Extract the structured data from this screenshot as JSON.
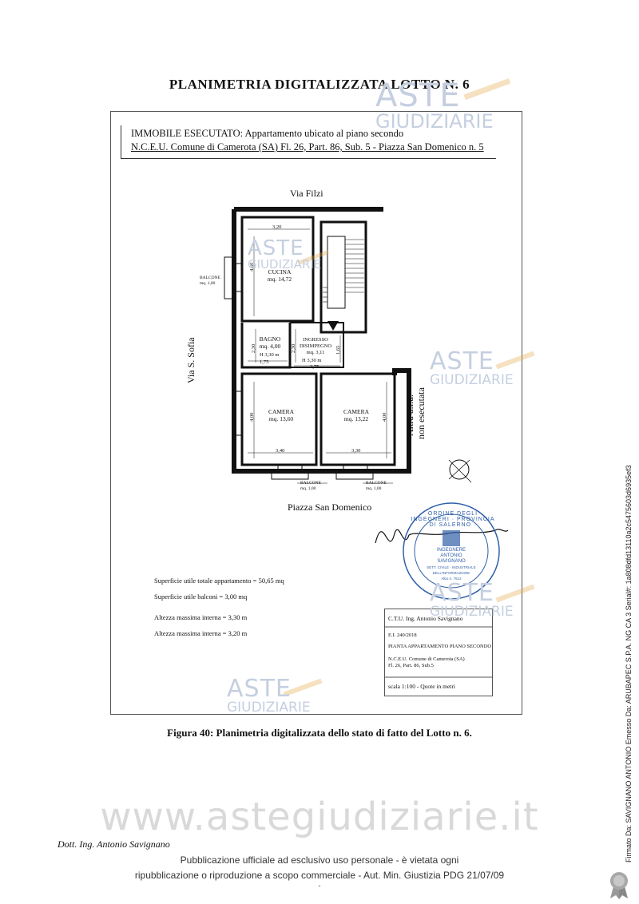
{
  "document": {
    "title": "PLANIMETRIA DIGITALIZZATA LOTTO N. 6",
    "header_line1": "IMMOBILE ESECUTATO: Appartamento ubicato al piano secondo",
    "header_line2": "N.C.E.U. Comune di Camerota (SA) Fl. 26, Part. 86, Sub. 5 - Piazza San Domenico n. 5",
    "caption": "Figura 40: Planimetria digitalizzata dello stato di fatto del Lotto n. 6.",
    "author": "Dott. Ing. Antonio Savignano",
    "publication_line1": "Pubblicazione ufficiale ad esclusivo uso personale - è vietata ogni",
    "publication_line2": "ripubblicazione o riproduzione a scopo commerciale - Aut. Min. Giustizia PDG 21/07/09",
    "page_mark": "-",
    "signature_side": "Firmato Da: SAVIGNANO ANTONIO Emesso Da: ARUBAPEC S.P.A. NG CA 3 Serial#: 1a808dfd13110a2c5475603d6935ef3"
  },
  "plan": {
    "streets": {
      "top": "Via Filzi",
      "left": "Via S. Sofia",
      "bottom": "Piazza San Domenico",
      "right_line1": "Altra u.i.u.",
      "right_line2": "non esecutata"
    },
    "rooms": {
      "cucina_name": "CUCINA",
      "cucina_area": "mq. 14,72",
      "bagno_name": "BAGNO",
      "bagno_area": "mq. 4,00",
      "bagno_height": "H 3,30 m",
      "ingresso_name1": "INGRESSO",
      "ingresso_name2": "DISIMPEGNO",
      "ingresso_area": "mq. 3,11",
      "ingresso_height": "H 3,30 m",
      "camera1_name": "CAMERA",
      "camera1_area": "mq. 13,60",
      "camera2_name": "CAMERA",
      "camera2_area": "mq. 13,22",
      "balcone_left_name": "BALCONE",
      "balcone_left_area": "mq. 1,00",
      "balcone_b1_name": "BALCONE",
      "balcone_b1_area": "mq. 1,00",
      "balcone_b2_name": "BALCONE",
      "balcone_b2_area": "mq. 1,00"
    },
    "dims": {
      "cucina_w": "3,20",
      "cucina_h": "4,60",
      "bagno_h": "2,30",
      "bagno_w": "1,75",
      "ingresso_h": "2,30",
      "ingresso_w": "2,75",
      "ingresso_h2": "1,65",
      "camera1_h": "4,00",
      "camera1_w": "3,40",
      "camera2_h": "4,00",
      "camera2_w": "3,30"
    }
  },
  "summary": {
    "sup_totale": "Superficie utile totale appartamento = 50,65 mq",
    "sup_balconi": "Superficie utile balconi = 3,00 mq",
    "altezza1": "Altezza massima interna = 3,30 m",
    "altezza2": "Altezza massima interna = 3,20 m"
  },
  "cartiglio": {
    "ctu": "C.T.U. Ing. Antonio Savignano",
    "ei": "E.I. 240/2018",
    "pianta": "PIANTA APPARTAMENTO PIANO SECONDO",
    "ncu": "N.C.E.U. Comune di Camerota (SA)",
    "fl": "Fl. 26, Part. 86, Sub.5",
    "scala": "scala 1:100  -  Quote in metri"
  },
  "stamp": {
    "ring_text": "ORDINE DEGLI INGEGNERI · PROVINCIA DI SALERNO ·",
    "line1": "INGEGNERE",
    "line2": "ANTONIO",
    "line3": "SAVIGNANO",
    "line4": "SETT. CIVILE - INDUSTRIALE",
    "line5": "DELL'INFORMAZIONE",
    "line6": "Albo n. 7612"
  },
  "watermark": {
    "aste": "ASTE",
    "giudiziarie": "GIUDIZIARIE",
    "url": "www.astegiudiziarie.it"
  },
  "colors": {
    "watermark": "#c5cfe0",
    "ink": "#111111"
  }
}
